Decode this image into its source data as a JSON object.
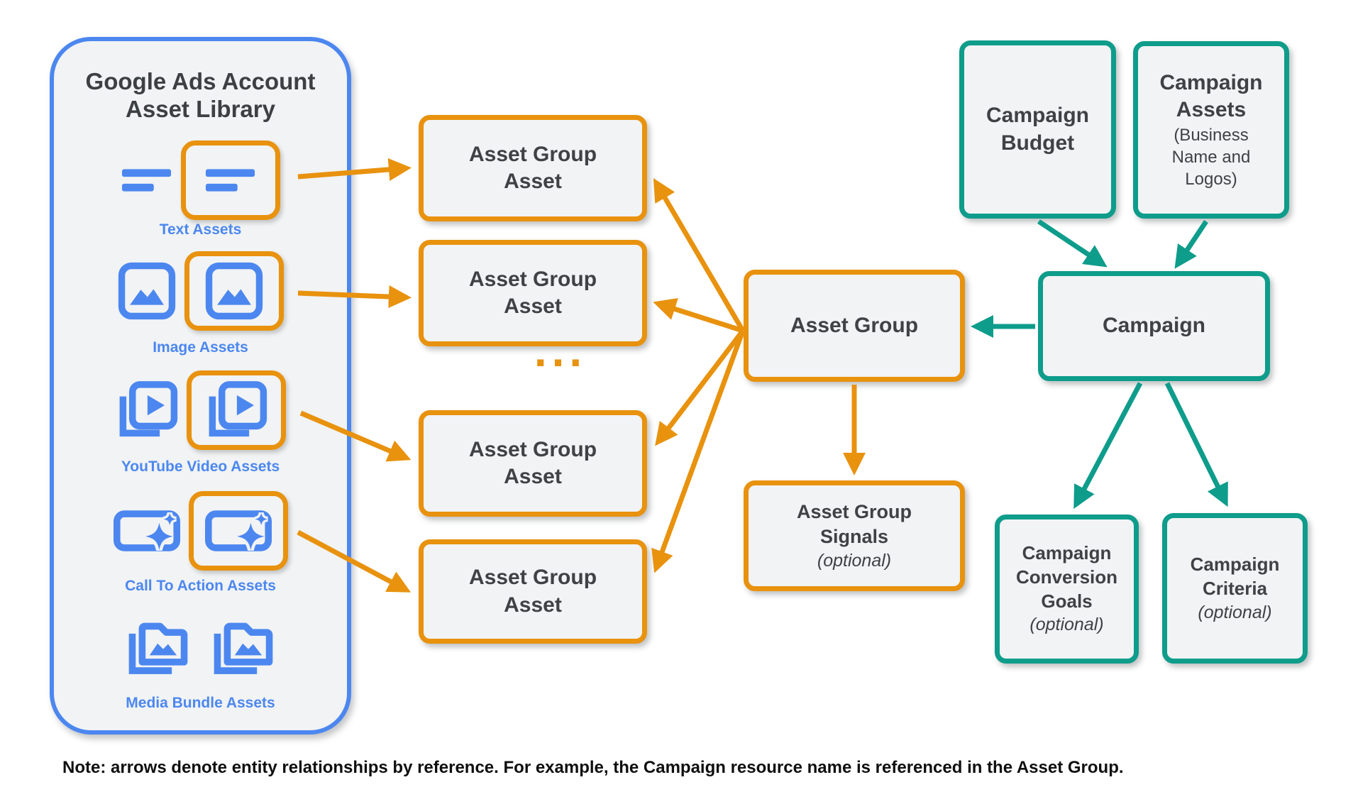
{
  "colors": {
    "orange": "#E8920E",
    "teal": "#0E9C8B",
    "blue": "#4C87F0",
    "box_fill": "#F1F3F4",
    "text_dark": "#3F4245"
  },
  "library": {
    "title_line1": "Google Ads Account",
    "title_line2": "Asset Library",
    "items": [
      {
        "label": "Text Assets"
      },
      {
        "label": "Image Assets"
      },
      {
        "label": "YouTube Video Assets"
      },
      {
        "label": "Call To Action Assets"
      },
      {
        "label": "Media Bundle Assets"
      }
    ]
  },
  "asset_group_asset_boxes": [
    {
      "label": "Asset Group Asset"
    },
    {
      "label": "Asset Group Asset"
    },
    {
      "label": "Asset Group Asset"
    },
    {
      "label": "Asset Group Asset"
    }
  ],
  "ellipsis": "...",
  "asset_group": {
    "label": "Asset Group"
  },
  "asset_group_signals": {
    "title": "Asset Group Signals",
    "qualifier": "(optional)"
  },
  "campaign_budget": {
    "label": "Campaign Budget"
  },
  "campaign_assets": {
    "title": "Campaign Assets",
    "subtitle": "(Business Name and Logos)"
  },
  "campaign": {
    "label": "Campaign"
  },
  "campaign_conversion_goals": {
    "title": "Campaign Conversion Goals",
    "qualifier": "(optional)"
  },
  "campaign_criteria": {
    "title": "Campaign Criteria",
    "qualifier": "(optional)"
  },
  "note": "Note: arrows denote entity relationships by reference. For example, the Campaign resource name is referenced in the Asset Group."
}
